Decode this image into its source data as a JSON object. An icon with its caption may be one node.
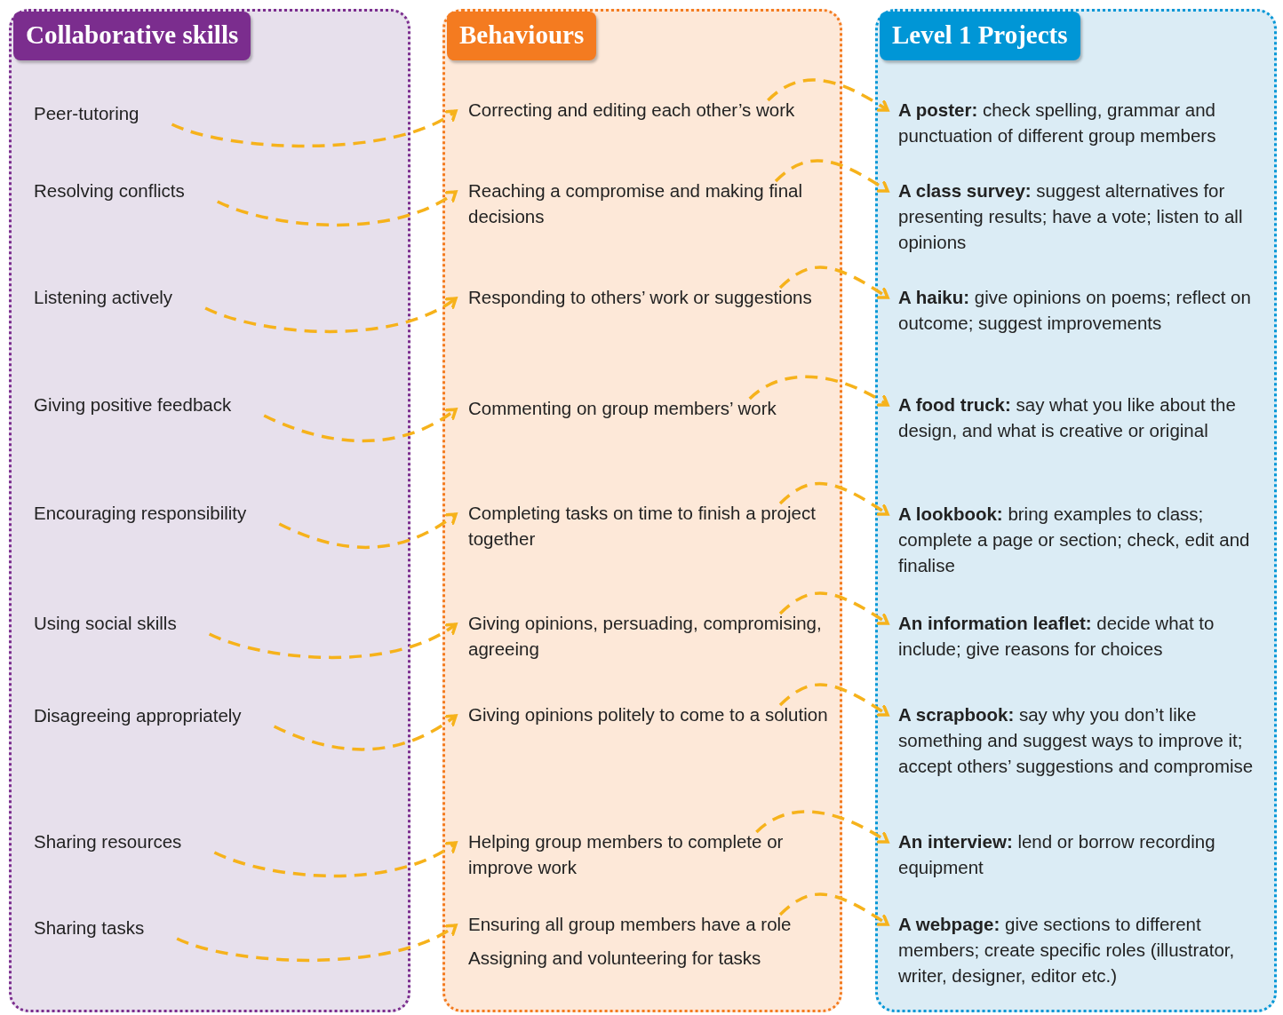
{
  "diagram": {
    "nodes": [
      {
        "text": [
          "Collaborative skills"
        ]
      },
      {
        "text": [
          "Peer-tutoring"
        ],
        "in": 0
      },
      {
        "text": [
          "Resolving conflicts"
        ],
        "in": 0
      },
      {
        "text": [
          "Listening actively"
        ],
        "in": 0
      },
      {
        "text": [
          "Giving positive feedback"
        ],
        "in": 0
      },
      {
        "text": [
          "Encouraging responsibility"
        ],
        "in": 0
      },
      {
        "text": [
          "Using social skills"
        ],
        "in": 0
      },
      {
        "text": [
          "Disagreeing appropriately"
        ],
        "in": 0
      },
      {
        "text": [
          "Sharing resources"
        ],
        "in": 0
      },
      {
        "text": [
          "Sharing tasks"
        ],
        "in": 0
      },
      {
        "text": [
          "Behaviours"
        ]
      },
      {
        "text": [
          "Correcting and editing each other’s work"
        ],
        "in": 10
      },
      {
        "text": [
          "Reaching a compromise and making final decisions"
        ],
        "in": 10
      },
      {
        "text": [
          "Responding to others’ work or suggestions"
        ],
        "in": 10
      },
      {
        "text": [
          "Commenting on group members’ work"
        ],
        "in": 10
      },
      {
        "text": [
          "Completing tasks on time to finish a project together"
        ],
        "in": 10
      },
      {
        "text": [
          "Giving opinions, persuading, compromising, agreeing"
        ],
        "in": 10
      },
      {
        "text": [
          "Giving opinions politely to come to a solution"
        ],
        "in": 10
      },
      {
        "text": [
          "Helping group members to complete or improve work"
        ],
        "in": 10
      },
      {
        "text": [
          "Ensuring all group members have a role",
          "Assigning and volunteering for tasks"
        ],
        "in": 10
      },
      {
        "text": [
          "Level 1 Projects"
        ]
      },
      {
        "text": [
          "**A poster:** check spelling, grammar and punctuation of different group members"
        ],
        "in": 20
      },
      {
        "text": [
          "**A class survey:** suggest alternatives for presenting results; have a vote; listen to all opinions"
        ],
        "in": 20
      },
      {
        "text": [
          "**A haiku:** give opinions on poems; reflect on outcome; suggest improvements"
        ],
        "in": 20
      },
      {
        "text": [
          "**A food truck:** say what you like about the design, and what is creative or original"
        ],
        "in": 20
      },
      {
        "text": [
          "**A lookbook:** bring examples to class; complete a page or section; check, edit and finalise"
        ],
        "in": 20
      },
      {
        "text": [
          "**An information leaflet:** decide what to include; give reasons for choices"
        ],
        "in": 20
      },
      {
        "text": [
          "**A scrapbook:** say why you don’t like something and suggest ways to improve it; accept others’ suggestions and compromise"
        ],
        "in": 20
      },
      {
        "text": [
          "**An interview:** lend or borrow recording equipment"
        ],
        "in": 20
      },
      {
        "text": [
          "**A webpage:** give sections to different members; create specific roles (illustrator, writer, designer, editor etc.)"
        ],
        "in": 20
      }
    ],
    "edges": [
      {
        "from": 1,
        "to": 11,
        "arrow": "to",
        "style": "dashed"
      },
      {
        "from": 2,
        "to": 12,
        "arrow": "to",
        "style": "dashed"
      },
      {
        "from": 3,
        "to": 13,
        "arrow": "to",
        "style": "dashed"
      },
      {
        "from": 4,
        "to": 14,
        "arrow": "to",
        "style": "dashed"
      },
      {
        "from": 5,
        "to": 15,
        "arrow": "to",
        "style": "dashed"
      },
      {
        "from": 6,
        "to": 16,
        "arrow": "to",
        "style": "dashed"
      },
      {
        "from": 7,
        "to": 17,
        "arrow": "to",
        "style": "dashed"
      },
      {
        "from": 8,
        "to": 18,
        "arrow": "to",
        "style": "dashed"
      },
      {
        "from": 9,
        "to": 19,
        "arrow": "to",
        "style": "dashed"
      },
      {
        "from": 11,
        "to": 21,
        "arrow": "to",
        "style": "dashed"
      },
      {
        "from": 12,
        "to": 22,
        "arrow": "to",
        "style": "dashed"
      },
      {
        "from": 13,
        "to": 23,
        "arrow": "to",
        "style": "dashed"
      },
      {
        "from": 14,
        "to": 24,
        "arrow": "to",
        "style": "dashed"
      },
      {
        "from": 15,
        "to": 25,
        "arrow": "to",
        "style": "dashed"
      },
      {
        "from": 16,
        "to": 26,
        "arrow": "to",
        "style": "dashed"
      },
      {
        "from": 17,
        "to": 27,
        "arrow": "to",
        "style": "dashed"
      },
      {
        "from": 18,
        "to": 28,
        "arrow": "to",
        "style": "dashed"
      },
      {
        "from": 19,
        "to": 29,
        "arrow": "to",
        "style": "dashed"
      }
    ]
  }
}
